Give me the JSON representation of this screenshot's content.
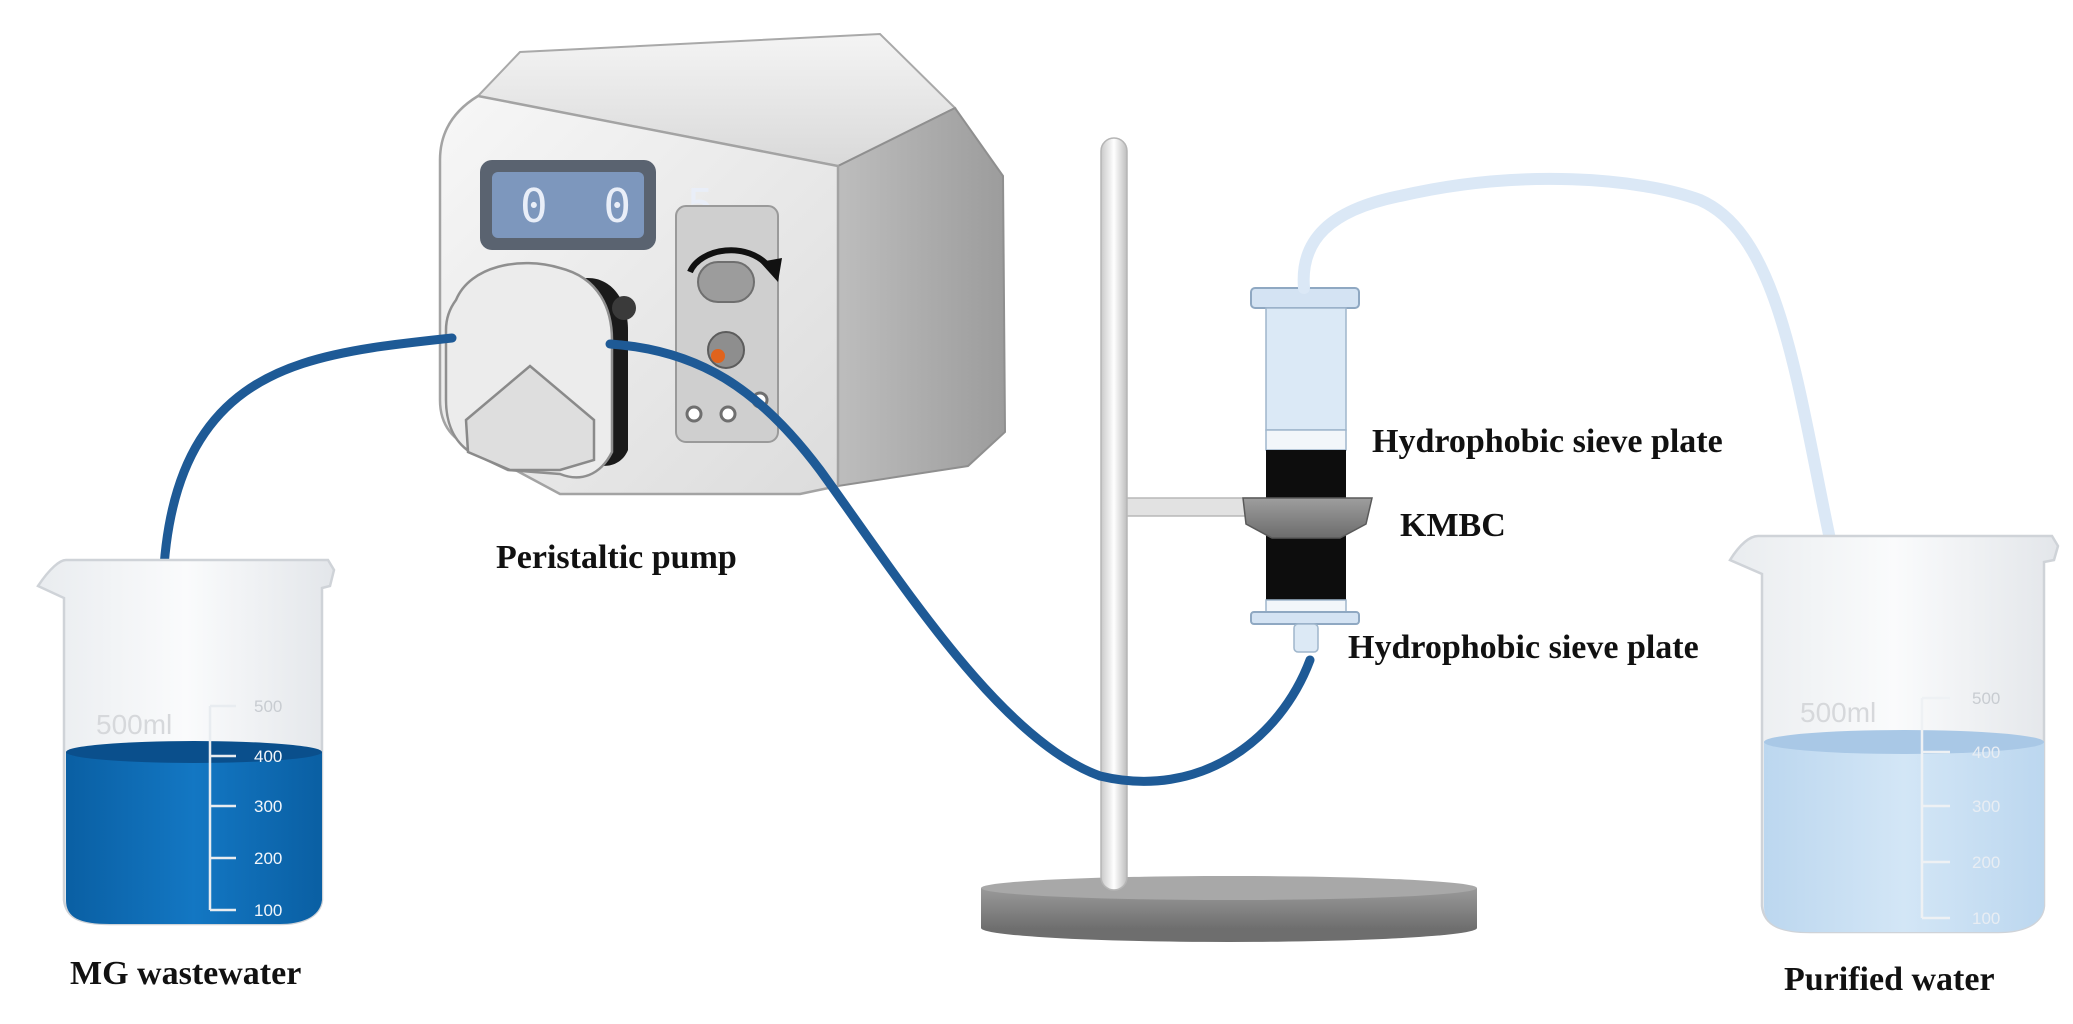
{
  "pump": {
    "display_value": "0 0 5",
    "label": "Peristaltic pump"
  },
  "column": {
    "top_plate_label": "Hydrophobic sieve plate",
    "packing_label": "KMBC",
    "bottom_plate_label": "Hydrophobic sieve plate"
  },
  "beaker_left": {
    "label": "MG wastewater",
    "volume_text": "500ml",
    "ticks": [
      "500",
      "400",
      "300",
      "200",
      "100"
    ],
    "liquid_color": "#0f6cb4"
  },
  "beaker_right": {
    "label": "Purified water",
    "volume_text": "500ml",
    "ticks": [
      "500",
      "400",
      "300",
      "200",
      "100"
    ],
    "liquid_color": "#c6def2"
  },
  "colors": {
    "tube_dark": "#1e5a96",
    "tube_light": "#dbe8f6",
    "adsorbent": "#0d0d0d"
  }
}
